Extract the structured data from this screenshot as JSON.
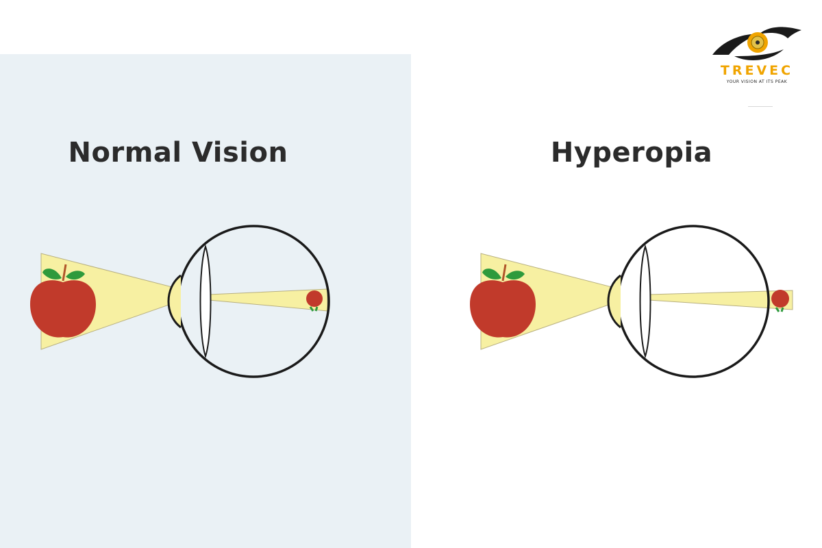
{
  "panels": {
    "left": {
      "title": "Normal Vision"
    },
    "right": {
      "title": "Hyperopia"
    }
  },
  "logo": {
    "name": "TREVEC",
    "tagline": "YOUR VISION AT ITS PEAK"
  },
  "colors": {
    "left_panel_bg": "#eaf1f5",
    "light_beam": "#f7f0a2",
    "apple": "#c13a2b",
    "leaf": "#2e9a3c",
    "stem": "#b0552a",
    "eye_outline": "#1a1a1a",
    "logo_accent": "#f0a400"
  }
}
